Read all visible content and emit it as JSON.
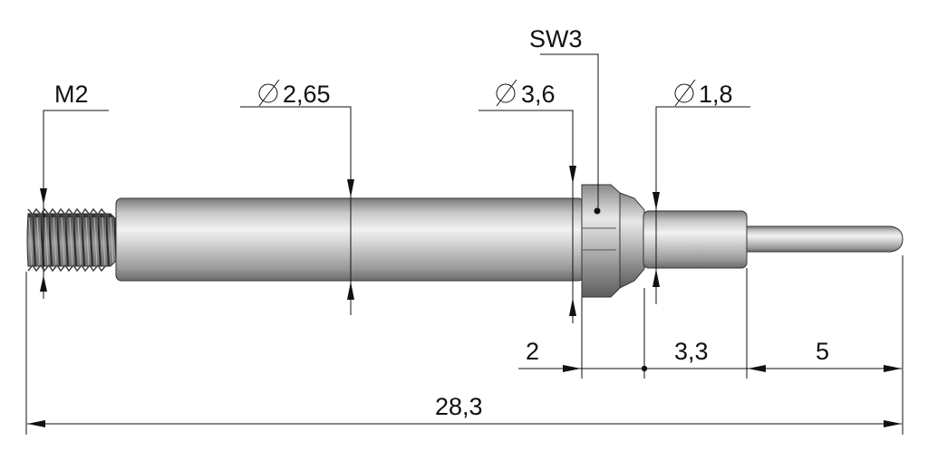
{
  "labels": {
    "thread": "M2",
    "shaft_diameter": "2,65",
    "collar_diameter": "3,6",
    "wrench_size": "SW3",
    "tip_diameter": "1,8",
    "collar_length": "2",
    "tip_body_length": "3,3",
    "pin_length": "5",
    "overall_length": "28,3"
  },
  "colors": {
    "metal_light": "#e4e4e4",
    "metal_mid": "#a9a9a9",
    "metal_dark": "#6e6e6e",
    "thread_dark": "#4a4a4a",
    "line": "#111111"
  },
  "icons": {
    "diameter": "diameter-symbol-icon"
  }
}
